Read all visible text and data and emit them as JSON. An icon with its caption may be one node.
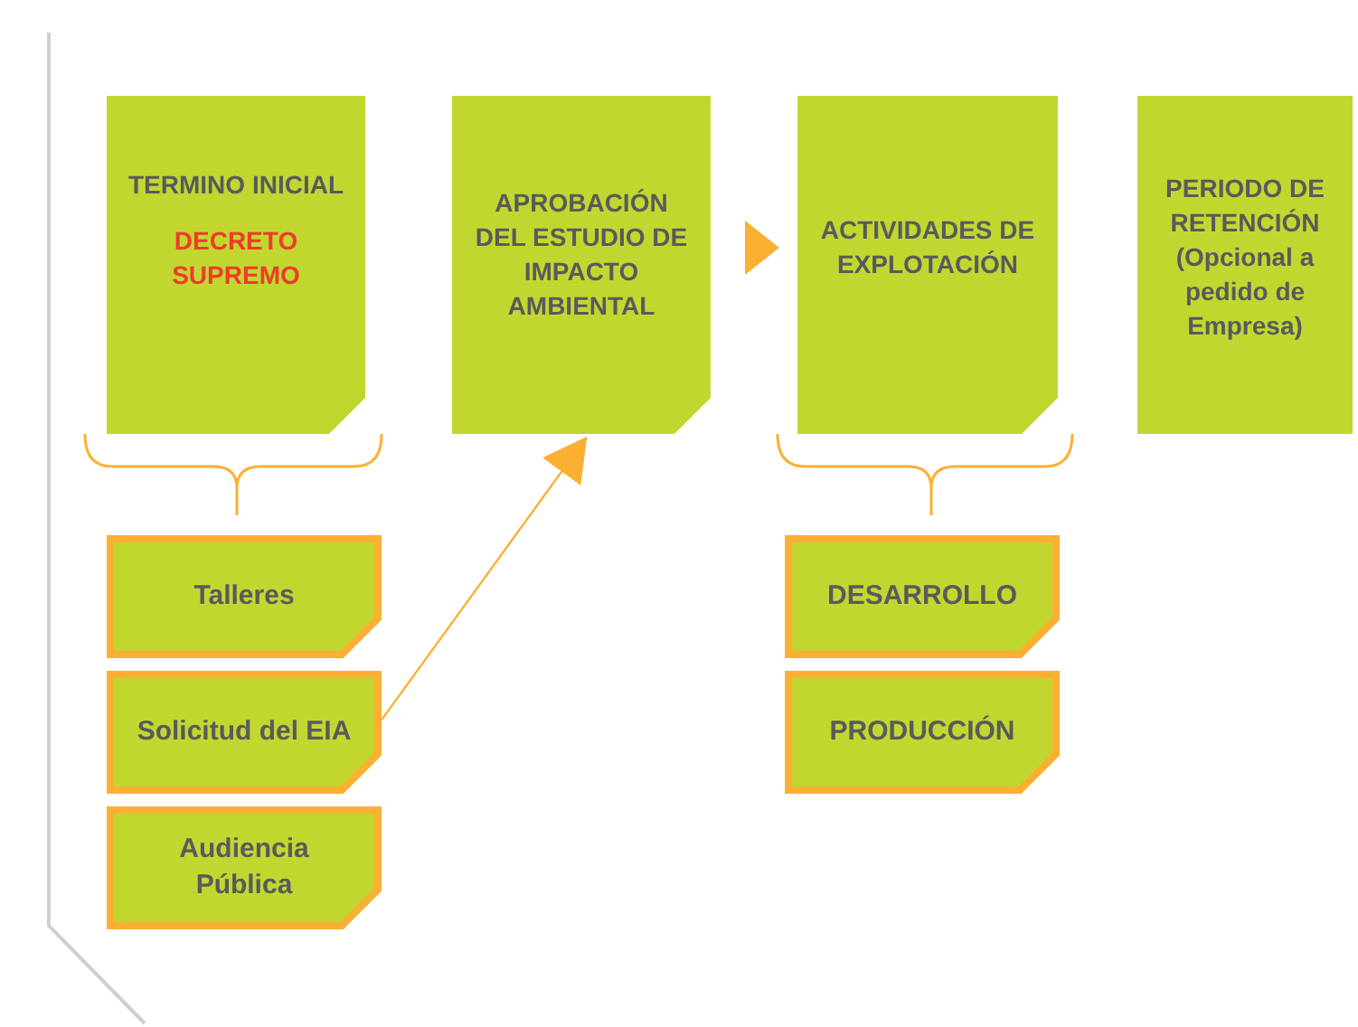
{
  "diagram": {
    "nodes": [
      {
        "text": [
          "TERMINO INICIAL",
          "DECRETO SUPREMO"
        ]
      },
      {
        "text": [
          "APROBACIÓN DEL ESTUDIO DE IMPACTO AMBIENTAL"
        ]
      },
      {
        "text": [
          "ACTIVIDADES DE EXPLOTACIÓN"
        ]
      },
      {
        "text": [
          "PERIODO DE RETENCIÓN (Opcional a pedido de Empresa)"
        ]
      },
      {
        "text": [
          "Talleres"
        ]
      },
      {
        "text": [
          "Solicitud del EIA"
        ]
      },
      {
        "text": [
          "Audiencia Pública"
        ]
      },
      {
        "text": [
          "DESARROLLO"
        ]
      },
      {
        "text": [
          "PRODUCCIÓN"
        ]
      }
    ],
    "edges": [
      {
        "from": 5,
        "to": 1,
        "arrow": "to"
      },
      {
        "from": 1,
        "to": 2,
        "arrow": "to"
      }
    ]
  }
}
